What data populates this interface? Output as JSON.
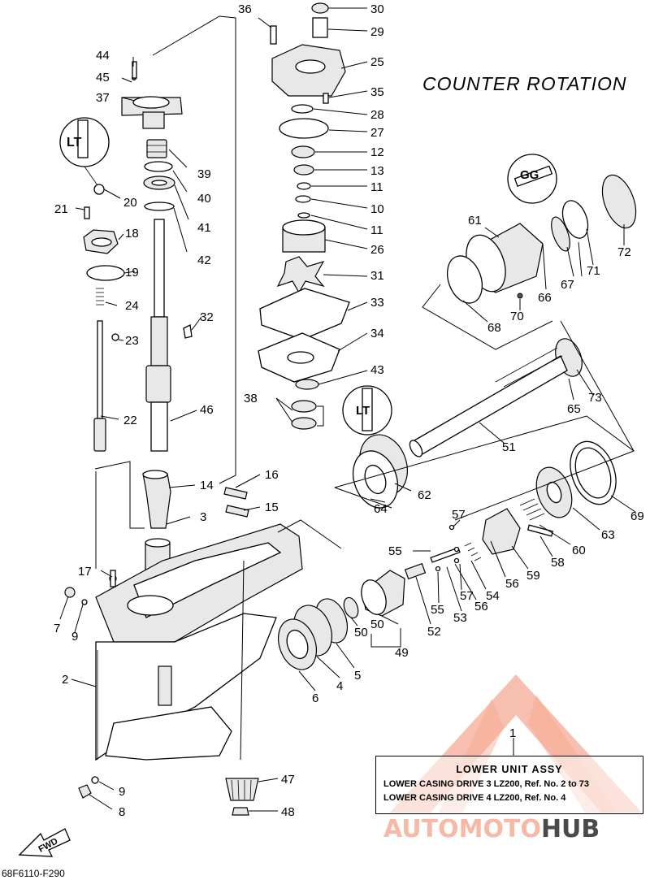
{
  "header": {
    "title": "COUNTER ROTATION"
  },
  "caption": {
    "ref_number": "1",
    "title": "LOWER UNIT ASSY",
    "lines": [
      "LOWER CASING DRIVE 3 LZ200, Ref. No. 2 to 73",
      "LOWER CASING DRIVE 4 LZ200, Ref. No. 4"
    ]
  },
  "footer": {
    "code": "68F6110-F290"
  },
  "fwd_label": "FWD",
  "watermark": {
    "part_a": "AUTOMOTO",
    "part_b": "HUB"
  },
  "inset_labels": [
    "LT",
    "GG",
    "LT"
  ],
  "callouts": [
    "30",
    "29",
    "36",
    "25",
    "44",
    "45",
    "37",
    "35",
    "28",
    "27",
    "12",
    "39",
    "13",
    "11",
    "40",
    "10",
    "11",
    "21",
    "20",
    "41",
    "26",
    "18",
    "42",
    "31",
    "19",
    "24",
    "33",
    "32",
    "23",
    "34",
    "43",
    "38",
    "22",
    "46",
    "16",
    "14",
    "15",
    "3",
    "17",
    "7",
    "9",
    "2",
    "9",
    "8",
    "47",
    "48",
    "61",
    "72",
    "71",
    "67",
    "66",
    "70",
    "68",
    "73",
    "65",
    "51",
    "62",
    "64",
    "69",
    "63",
    "57",
    "60",
    "58",
    "55",
    "59",
    "56",
    "54",
    "57",
    "56",
    "53",
    "55",
    "52",
    "50",
    "50",
    "49",
    "6",
    "4",
    "5"
  ]
}
